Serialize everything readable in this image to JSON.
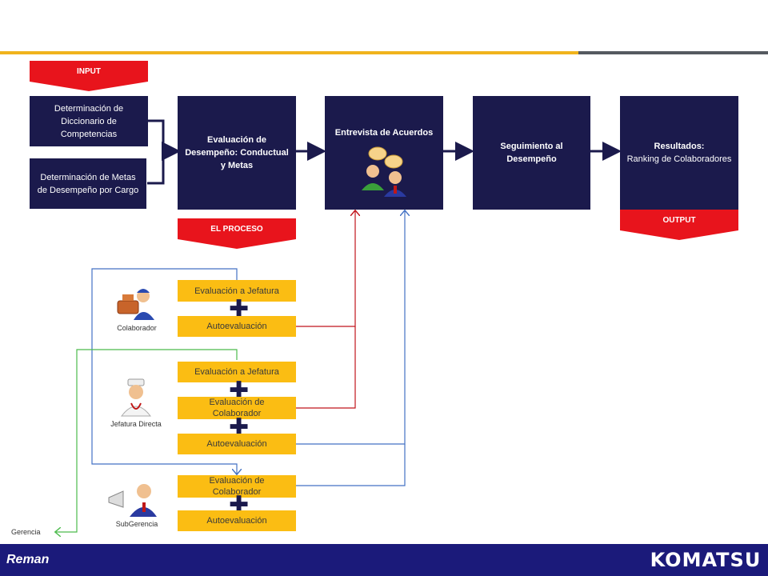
{
  "tags": {
    "input": "INPUT",
    "proceso": "EL PROCESO",
    "output": "OUTPUT"
  },
  "inputs": {
    "diccionario": "Determinación de Diccionario de Competencias",
    "metas": "Determinación de Metas de Desempeño por Cargo"
  },
  "steps": {
    "evaluacion": "Evaluación de Desempeño: Conductual y Metas",
    "entrevista": "Entrevista de Acuerdos",
    "seguimiento": "Seguimiento al Desempeño",
    "resultados_title": "Resultados:",
    "resultados_body": "Ranking de Colaboradores"
  },
  "groups": {
    "colaborador": {
      "label": "Colaborador",
      "items": [
        "Evaluación  a Jefatura",
        "Autoevaluación"
      ]
    },
    "jefatura": {
      "label": "Jefatura Directa",
      "items": [
        "Evaluación  a Jefatura",
        "Evaluación  de Colaborador",
        "Autoevaluación"
      ]
    },
    "subgerencia": {
      "label": "SubGerencia",
      "items": [
        "Evaluación  de Colaborador",
        "Autoevaluación"
      ]
    }
  },
  "gerencia": "Gerencia",
  "plus_symbol": "✚",
  "footer": {
    "left_logo": "Reman",
    "right_logo": "KOMATSU"
  },
  "colors": {
    "navy": "#1b1a4c",
    "yellow": "#fbbd13",
    "red": "#e8141c",
    "blue_line": "#4472c4",
    "red_line": "#c0141c",
    "green_line": "#4cbb4c"
  }
}
